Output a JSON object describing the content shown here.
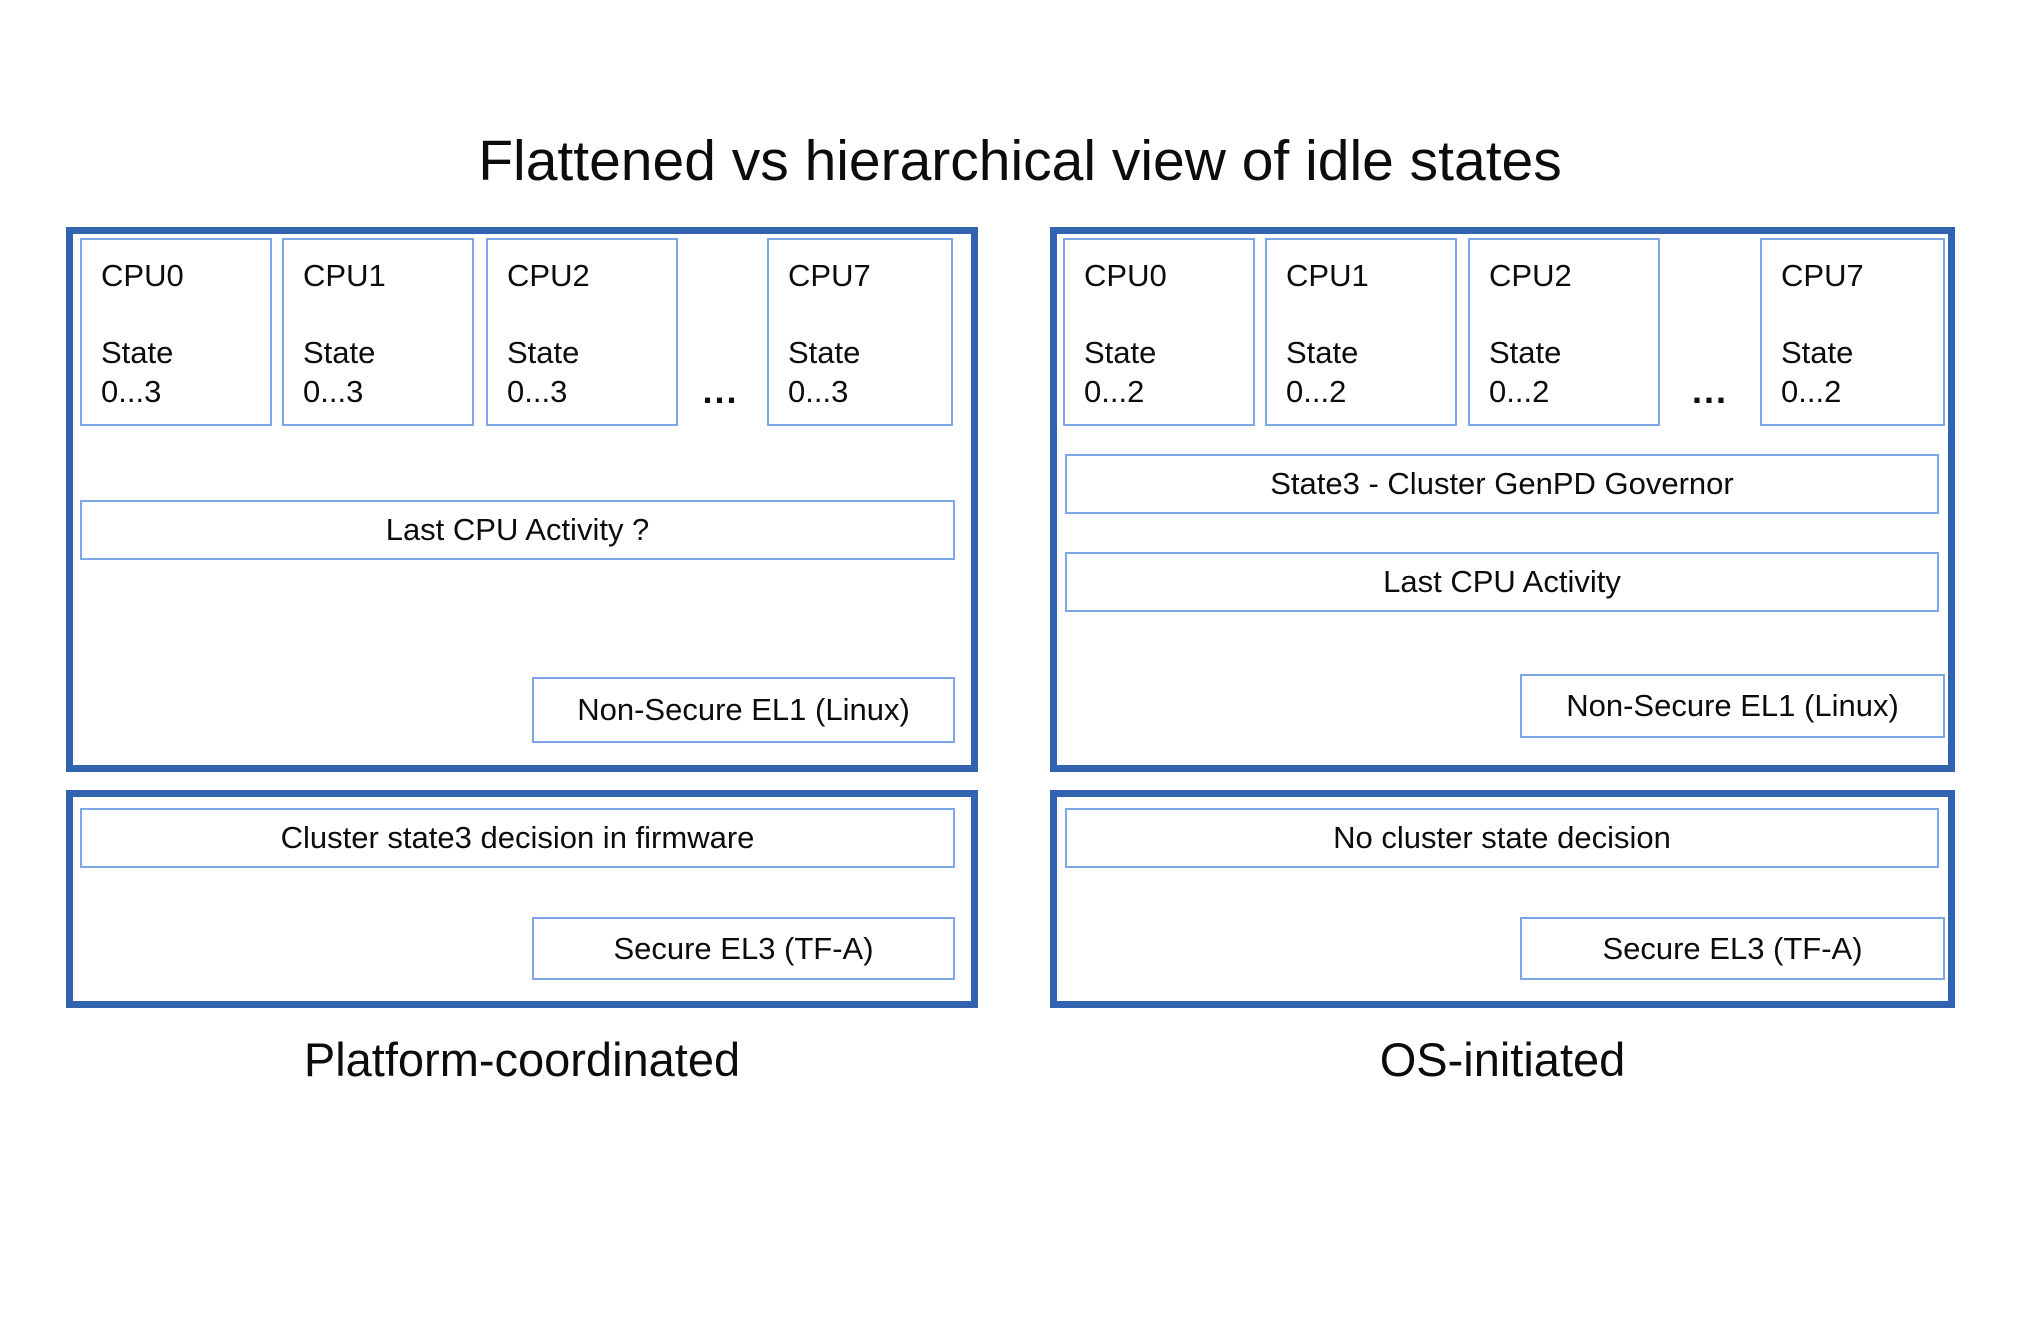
{
  "title": "Flattened vs hierarchical view of idle states",
  "colors": {
    "panel_border": "#3263b0",
    "box_border": "#7da7e4",
    "text": "#0c0c0c",
    "background": "#ffffff"
  },
  "left_panel": {
    "caption": "Platform-coordinated",
    "ellipsis": "...",
    "cpus": [
      {
        "name": "CPU0",
        "state_label": "State",
        "state_range": "0...3"
      },
      {
        "name": "CPU1",
        "state_label": "State",
        "state_range": "0...3"
      },
      {
        "name": "CPU2",
        "state_label": "State",
        "state_range": "0...3"
      },
      {
        "name": "CPU7",
        "state_label": "State",
        "state_range": "0...3"
      }
    ],
    "last_cpu_activity": "Last CPU Activity ?",
    "non_secure": "Non-Secure EL1 (Linux)",
    "firmware": {
      "decision": "Cluster state3 decision in firmware",
      "secure": "Secure EL3 (TF-A)"
    }
  },
  "right_panel": {
    "caption": "OS-initiated",
    "ellipsis": "...",
    "cpus": [
      {
        "name": "CPU0",
        "state_label": "State",
        "state_range": "0...2"
      },
      {
        "name": "CPU1",
        "state_label": "State",
        "state_range": "0...2"
      },
      {
        "name": "CPU2",
        "state_label": "State",
        "state_range": "0...2"
      },
      {
        "name": "CPU7",
        "state_label": "State",
        "state_range": "0...2"
      }
    ],
    "governor": "State3 - Cluster GenPD Governor",
    "last_cpu_activity": "Last CPU Activity",
    "non_secure": "Non-Secure EL1 (Linux)",
    "firmware": {
      "decision": "No cluster state decision",
      "secure": "Secure EL3 (TF-A)"
    }
  }
}
